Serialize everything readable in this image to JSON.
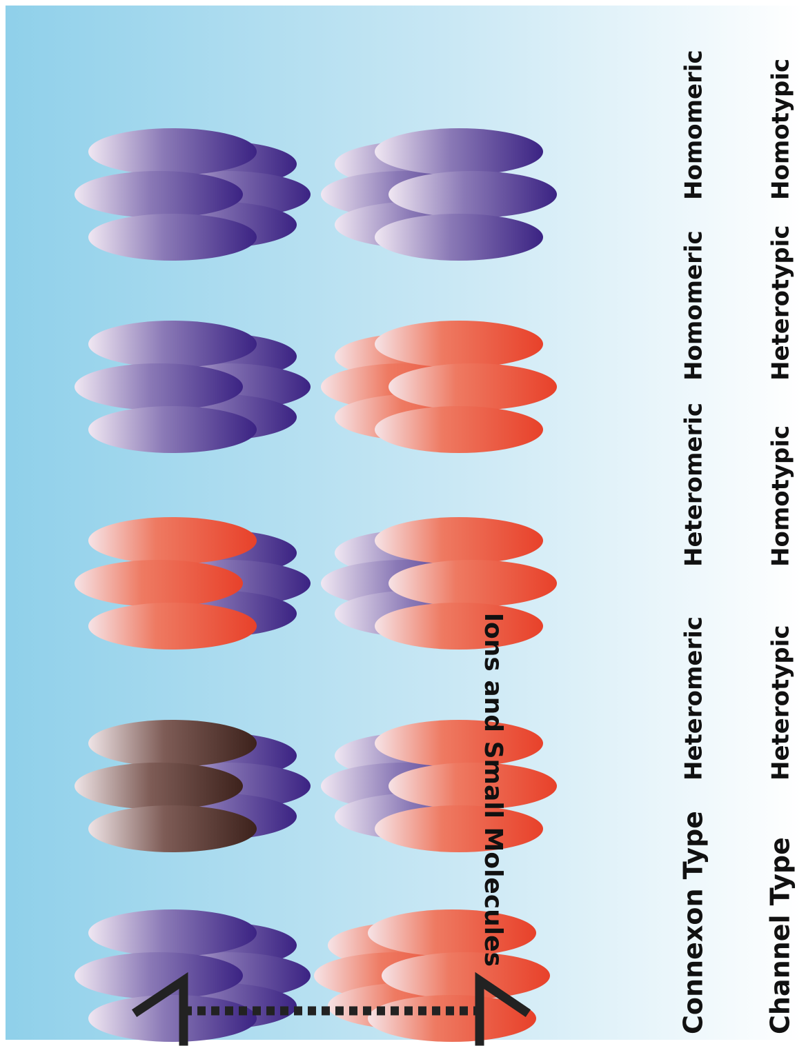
{
  "labels": {
    "ions": "Ions and Small Molecules",
    "connexon_type": "Connexon Type",
    "channel_type": "Channel Type"
  },
  "columns": [
    {
      "connexon": "Heteromeric",
      "channel": "Heterotypic",
      "top_colors": [
        "dark",
        "purple"
      ],
      "bottom_colors": [
        "purple",
        "red"
      ]
    },
    {
      "connexon": "Heteromeric",
      "channel": "Homotypic",
      "top_colors": [
        "red",
        "purple"
      ],
      "bottom_colors": [
        "purple",
        "red"
      ]
    },
    {
      "connexon": "Homomeric",
      "channel": "Heterotypic",
      "top_colors": [
        "purple",
        "purple"
      ],
      "bottom_colors": [
        "red",
        "red"
      ]
    },
    {
      "connexon": "Homomeric",
      "channel": "Homotypic",
      "top_colors": [
        "purple",
        "purple"
      ],
      "bottom_colors": [
        "purple",
        "purple"
      ]
    }
  ],
  "colors": {
    "background_left": "#8fd0ea",
    "background_right": "#ffffff",
    "purple": "#3b2383",
    "red": "#e8412a",
    "dark": "#3d221c",
    "highlight": "#f0e7f2"
  }
}
